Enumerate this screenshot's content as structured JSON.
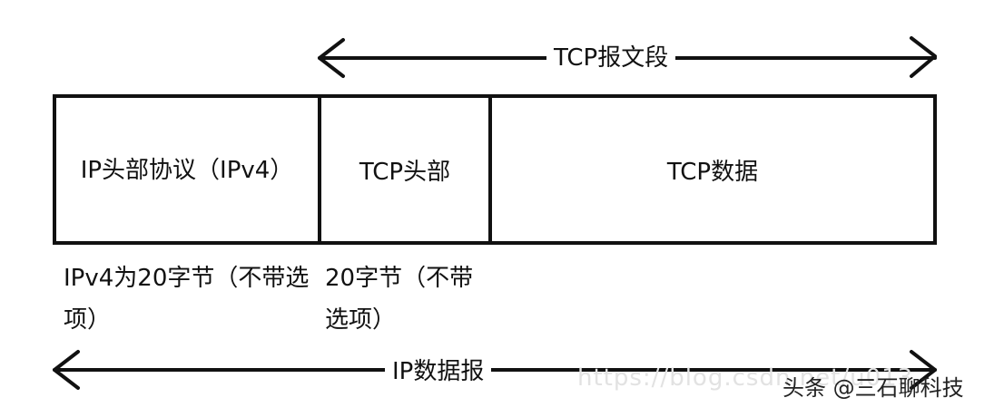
{
  "top_span": {
    "label": "TCP报文段"
  },
  "segments": [
    {
      "label": "IP头部协议（IPv4）"
    },
    {
      "label": "TCP头部"
    },
    {
      "label": "TCP数据"
    }
  ],
  "notes": {
    "ip_header": "IPv4为20字节（不带选项）",
    "tcp_header": "20字节（不带选项）"
  },
  "bottom_span": {
    "label": "IP数据报"
  },
  "watermark": "https://blog.csdn.net/u013",
  "credit": "头条 @三石聊科技",
  "colors": {
    "stroke": "#111111",
    "watermark": "#e2e2e2",
    "background": "#ffffff"
  }
}
